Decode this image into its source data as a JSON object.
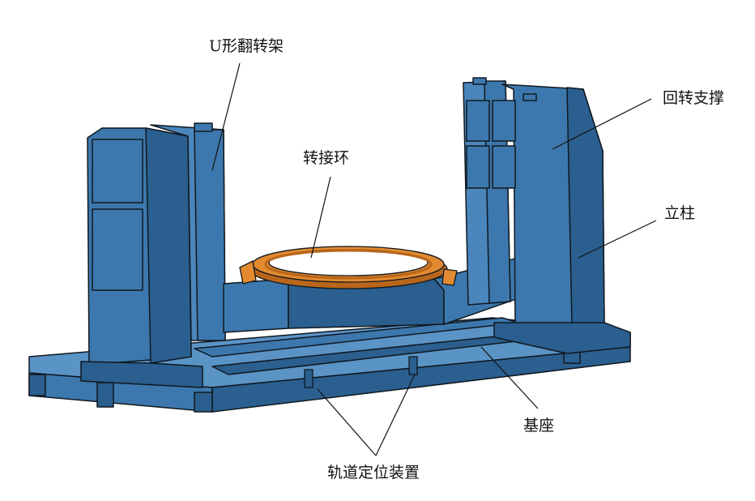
{
  "labels": {
    "u_frame": "U形翻转架",
    "slewing_ring": "转接环",
    "slewing_support": "回转支撑",
    "column": "立柱",
    "base": "基座",
    "rail_positioner": "轨道定位装置"
  },
  "colors": {
    "body": "#3c78ad",
    "body_dark": "#2a5f8f",
    "body_light": "#5a93c6",
    "ring": "#e38a30",
    "ring_dark": "#b9661c",
    "outline": "#101820",
    "leader": "#111111"
  }
}
